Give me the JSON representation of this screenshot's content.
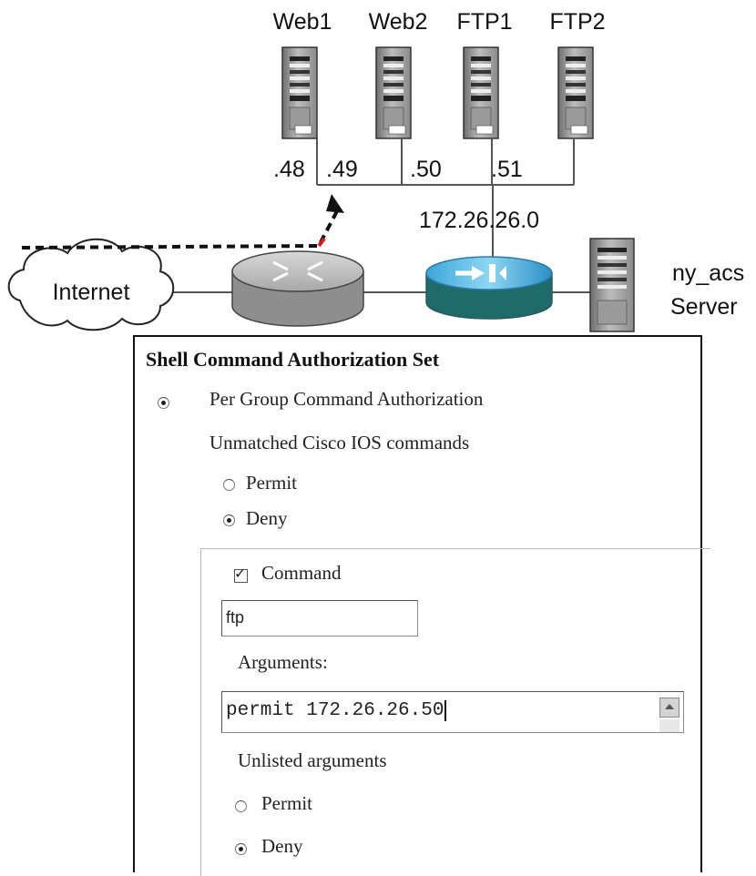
{
  "diagram": {
    "servers": [
      {
        "name": "Web1",
        "ip_suffix": ".48"
      },
      {
        "name": "Web2",
        "ip_suffix": ".49"
      },
      {
        "name": "FTP1",
        "ip_suffix": ".50"
      },
      {
        "name": "FTP2",
        "ip_suffix": ".51"
      }
    ],
    "subnet_label": "172.26.26.0",
    "internet_label": "Internet",
    "acs_server_label_line1": "ny_acs",
    "acs_server_label_line2": "Server"
  },
  "panel": {
    "title": "Shell Command Authorization Set",
    "per_group_label": "Per Group Command Authorization",
    "per_group_selected": true,
    "unmatched_label": "Unmatched Cisco IOS commands",
    "unmatched_options": [
      {
        "label": "Permit",
        "selected": false
      },
      {
        "label": "Deny",
        "selected": true
      }
    ],
    "command_checkbox_label": "Command",
    "command_checked": true,
    "command_value": "ftp",
    "arguments_label": "Arguments:",
    "arguments_value": "permit 172.26.26.50",
    "unlisted_label": "Unlisted arguments",
    "unlisted_options": [
      {
        "label": "Permit",
        "selected": false
      },
      {
        "label": "Deny",
        "selected": true
      }
    ]
  }
}
